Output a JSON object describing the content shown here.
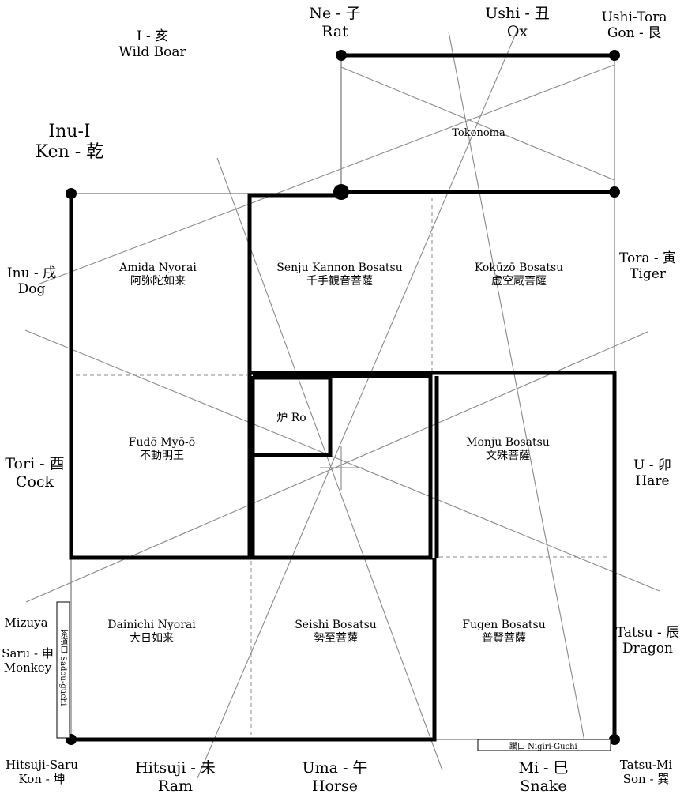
{
  "directions": {
    "ne": {
      "romaji": "Ne - 子",
      "english": "Rat"
    },
    "ushi": {
      "romaji": "Ushi - 丑",
      "english": "Ox"
    },
    "ushi_tora": {
      "romaji": "Ushi-Tora",
      "trigram": "Gon - 艮"
    },
    "i": {
      "romaji": "I - 亥",
      "english": "Wild Boar"
    },
    "inu_i": {
      "romaji": "Inu-I",
      "trigram": "Ken - 乾"
    },
    "inu": {
      "romaji": "Inu - 戌",
      "english": "Dog"
    },
    "tora": {
      "romaji": "Tora - 寅",
      "english": "Tiger"
    },
    "tori": {
      "romaji": "Tori - 酉",
      "english": "Cock"
    },
    "u": {
      "romaji": "U - 卯",
      "english": "Hare"
    },
    "saru": {
      "romaji": "Saru - 申",
      "english": "Monkey"
    },
    "tatsu": {
      "romaji": "Tatsu - 辰",
      "english": "Dragon"
    },
    "hitsuji_saru": {
      "romaji": "Hitsuji-Saru",
      "trigram": "Kon - 坤"
    },
    "hitsuji": {
      "romaji": "Hitsuji - 未",
      "english": "Ram"
    },
    "uma": {
      "romaji": "Uma - 午",
      "english": "Horse"
    },
    "mi": {
      "romaji": "Mi - 巳",
      "english": "Snake"
    },
    "tatsu_mi": {
      "romaji": "Tatsu-Mi",
      "trigram": "Son - 巽"
    }
  },
  "rooms": {
    "tokonoma": "Tokonoma",
    "amida": {
      "name": "Amida Nyorai",
      "kanji": "阿弥陀如来"
    },
    "senju": {
      "name": "Senju Kannon Bosatsu",
      "kanji": "千手観音菩薩"
    },
    "kokuzo": {
      "name": "Kokūzō Bosatsu",
      "kanji": "虚空蔵菩薩"
    },
    "fudo": {
      "name": "Fudō Myō-ō",
      "kanji": "不動明王"
    },
    "ro": "炉 Ro",
    "monju": {
      "name": "Monju Bosatsu",
      "kanji": "文殊菩薩"
    },
    "dainichi": {
      "name": "Dainichi Nyorai",
      "kanji": "大日如来"
    },
    "seishi": {
      "name": "Seishi Bosatsu",
      "kanji": "勢至菩薩"
    },
    "fugen": {
      "name": "Fugen Bosatsu",
      "kanji": "普賢菩薩"
    },
    "mizuya": "Mizuya",
    "sadou_guchi": "茶道口 Sadou-guchi",
    "nigiri_guchi": "躙口 Nigiri-Guchi"
  }
}
